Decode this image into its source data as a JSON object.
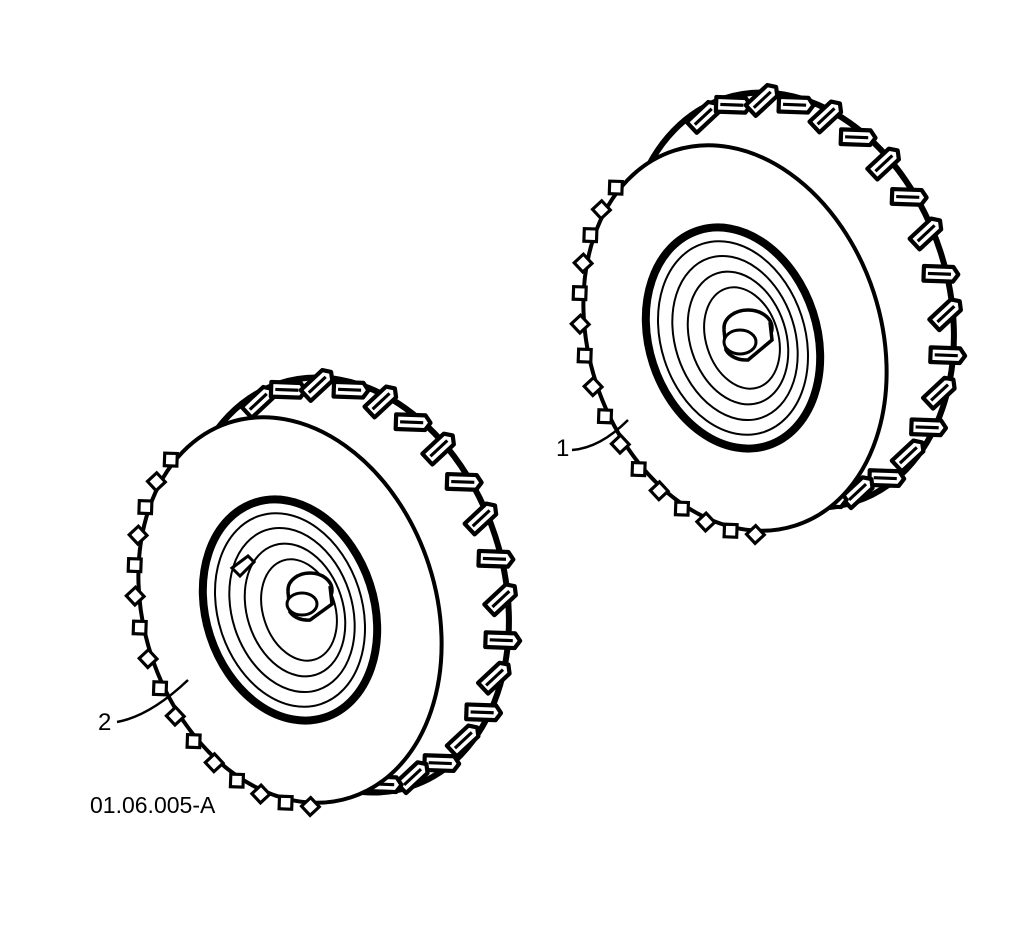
{
  "figure": {
    "code": "01.06.005-A"
  },
  "callouts": [
    {
      "number": "1"
    },
    {
      "number": "2"
    }
  ],
  "colors": {
    "ink": "#000000",
    "paper": "#ffffff"
  }
}
